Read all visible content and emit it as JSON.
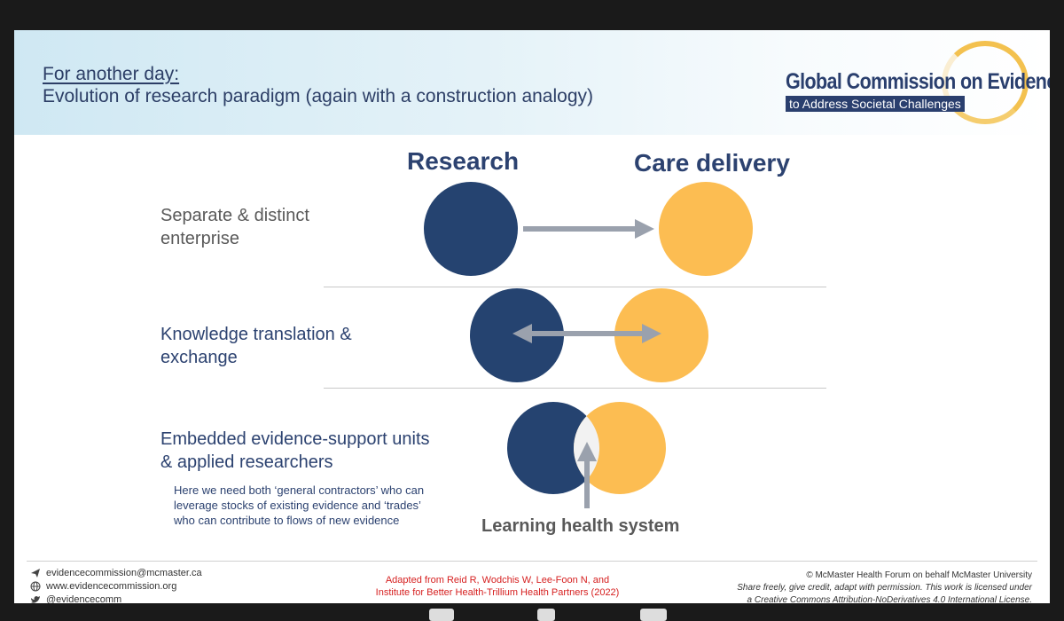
{
  "slide": {
    "kicker": "For another day:",
    "subtitle": "Evolution of research paradigm (again with a construction analogy)",
    "logo": {
      "main": "Global Commission on Evidence",
      "sub": "to Address Societal Challenges"
    },
    "columns": {
      "left": "Research",
      "right": "Care delivery"
    },
    "rows": [
      {
        "label_line1": "Separate & distinct",
        "label_line2": "enterprise"
      },
      {
        "label_line1": "Knowledge translation &",
        "label_line2": "exchange"
      },
      {
        "label_line1": "Embedded evidence-support units",
        "label_line2": "& applied researchers"
      }
    ],
    "note": "Here we need both ‘general contractors’ who can leverage stocks of existing evidence and ‘trades’ who can contribute to flows of new evidence",
    "overlap_label": "Learning health system",
    "colors": {
      "navy": "#254370",
      "gold": "#fcbd52",
      "arrow": "#9aa1ad"
    }
  },
  "footer": {
    "email": "evidencecommission@mcmaster.ca",
    "website": "www.evidencecommission.org",
    "social": "@evidencecomm",
    "credit_line1": "Adapted from Reid R, Wodchis W, Lee-Foon N, and",
    "credit_line2": "Institute for Better Health-Trillium Health Partners (2022)",
    "rights_line1": "© McMaster Health Forum on behalf McMaster University",
    "rights_line2": "Share freely, give credit, adapt with permission. This work is licensed under",
    "rights_line3": "a Creative Commons Attribution-NoDerivatives 4.0 International License."
  }
}
